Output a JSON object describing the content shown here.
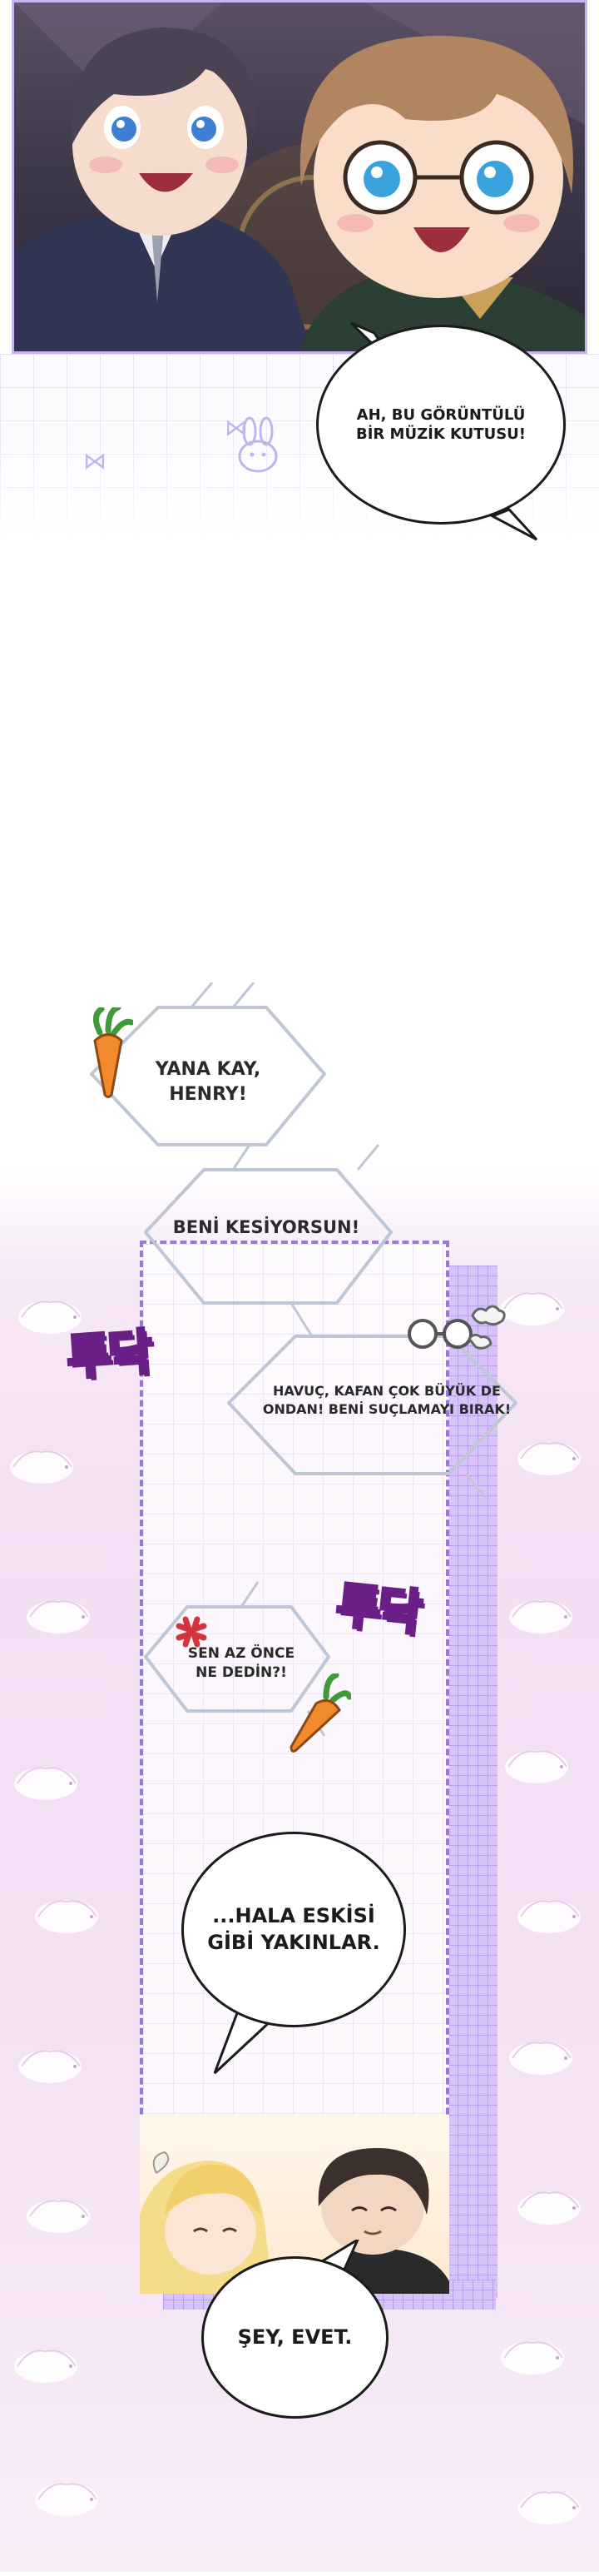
{
  "panels": {
    "top": {
      "speech_bubble": "AH, BU GÖRÜNTÜLÜ\nBİR MÜZİK KUTUSU!"
    },
    "middle": {
      "hex_labels": [
        "YANA KAY,\nHENRY!",
        "BENİ KESİYORSUN!",
        "HAVUÇ, KAFAN ÇOK BÜYÜK DE\nONDAN! BENİ SUÇLAMAYI BIRAK!",
        "SEN AZ ÖNCE\nNE DEDİN?!"
      ],
      "sfx": [
        "투닥",
        "투닥"
      ]
    },
    "bottom": {
      "speech_bubble_1": "...HALA ESKİSİ\nGİBİ YAKINLAR.",
      "speech_bubble_2": "ŞEY, EVET."
    }
  },
  "colors": {
    "frame_lavender": "#c9b3f0",
    "dashed_purple": "#9b78d6",
    "sfx_purple": "#c451d8",
    "carrot_orange": "#f08a2c",
    "anger_red": "#d6343c",
    "pink_background": "#f3dff3"
  },
  "icons": [
    "carrot-icon",
    "glasses-icon",
    "anger-mark-icon",
    "bunny-doodle-icon",
    "bow-doodle-icon",
    "hedgehog-pattern"
  ]
}
